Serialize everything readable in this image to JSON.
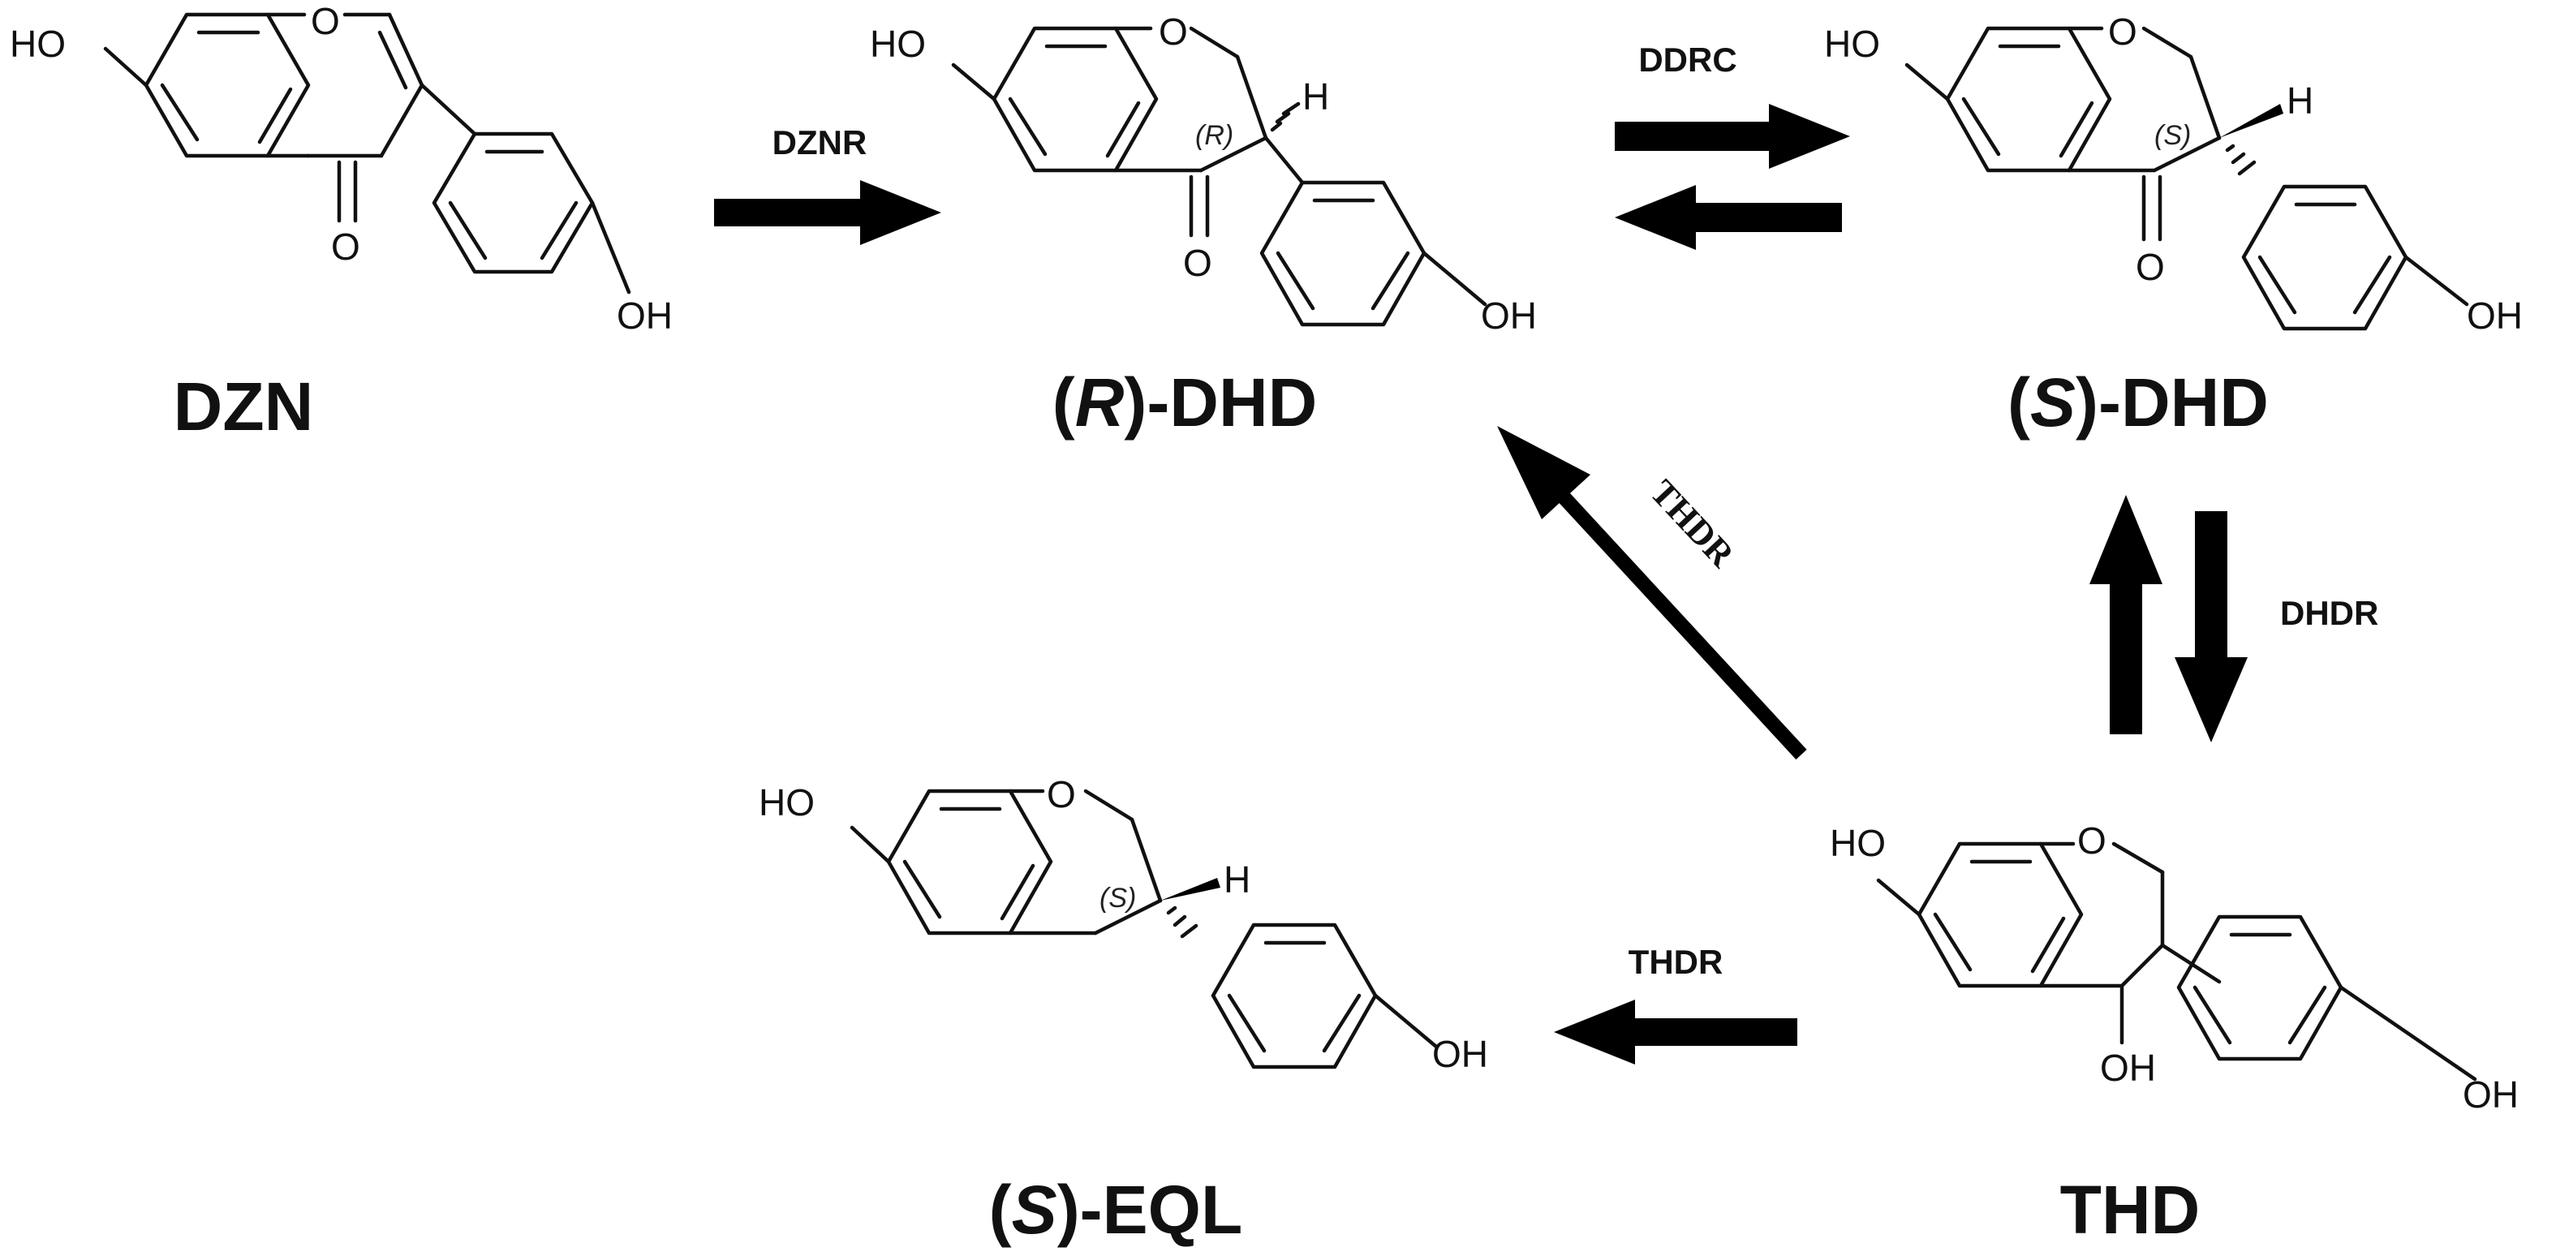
{
  "compounds": {
    "dzn": {
      "name": "DZN",
      "ho": "HO",
      "oh": "OH",
      "ring_o": "O",
      "carbonyl_o": "O"
    },
    "r_dhd": {
      "prefix": "(",
      "stereo": "R",
      "suffix": ")-DHD",
      "ho": "HO",
      "oh": "OH",
      "ring_o": "O",
      "carbonyl_o": "O",
      "h": "H",
      "center_label": "(R)"
    },
    "s_dhd": {
      "prefix": "(",
      "stereo": "S",
      "suffix": ")-DHD",
      "ho": "HO",
      "oh": "OH",
      "ring_o": "O",
      "carbonyl_o": "O",
      "h": "H",
      "center_label": "(S)"
    },
    "thd": {
      "name": "THD",
      "ho": "HO",
      "oh": "OH",
      "ring_o": "O",
      "oh4": "OH"
    },
    "s_eql": {
      "prefix": "(",
      "stereo": "S",
      "suffix": ")-EQL",
      "ho": "HO",
      "oh": "OH",
      "ring_o": "O",
      "h": "H",
      "center_label": "(S)"
    }
  },
  "enzymes": {
    "dznr": "DZNR",
    "ddrc": "DDRC",
    "dhdr": "DHDR",
    "thdr_diagonal": "THDR",
    "thdr_bottom": "THDR"
  }
}
